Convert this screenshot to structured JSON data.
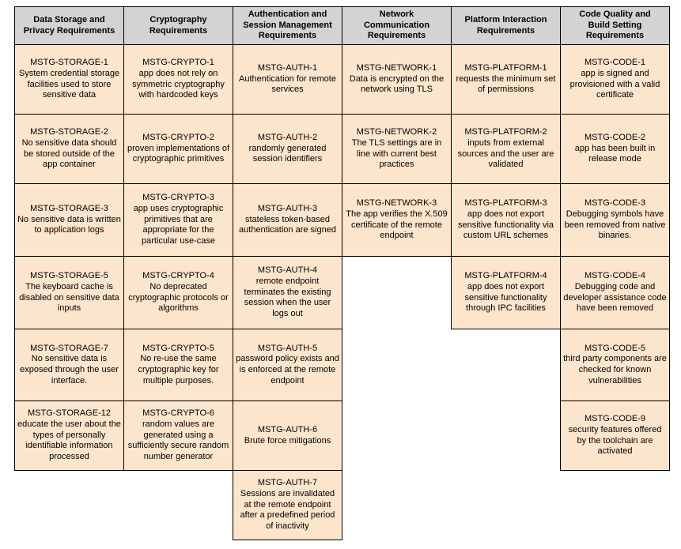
{
  "colors": {
    "header_bg": "#d3d3d3",
    "cell_bg": "#fce5cd",
    "border": "#000000",
    "text": "#000000",
    "page_bg": "#ffffff"
  },
  "table": {
    "columns": [
      {
        "key": "data-storage",
        "header": "Data Storage and\nPrivacy Requirements",
        "cells": [
          {
            "code": "MSTG-STORAGE-1",
            "text": "System credential storage facilities used to store sensitive data"
          },
          {
            "code": "MSTG-STORAGE-2",
            "text": "No sensitive data should be stored outside of the app container"
          },
          {
            "code": "MSTG-STORAGE-3",
            "text": "No sensitive data is written to application logs"
          },
          {
            "code": "MSTG-STORAGE-5",
            "text": "The keyboard cache is disabled on sensitive data inputs"
          },
          {
            "code": "MSTG-STORAGE-7",
            "text": "No sensitive data is exposed through the user interface."
          },
          {
            "code": "MSTG-STORAGE-12",
            "text": "educate the user about the types of personally identifiable information processed"
          }
        ]
      },
      {
        "key": "cryptography",
        "header": "Cryptography\nRequirements",
        "cells": [
          {
            "code": "MSTG-CRYPTO-1",
            "text": "app does not rely on symmetric cryptography with hardcoded keys"
          },
          {
            "code": "MSTG-CRYPTO-2",
            "text": "proven implementations of cryptographic primitives"
          },
          {
            "code": "MSTG-CRYPTO-3",
            "text": "app uses cryptographic primitives that are appropriate for the particular use-case"
          },
          {
            "code": "MSTG-CRYPTO-4",
            "text": "No deprecated cryptographic protocols or algorithms"
          },
          {
            "code": "MSTG-CRYPTO-5",
            "text": "No re-use the same cryptographic key for multiple purposes."
          },
          {
            "code": "MSTG-CRYPTO-6",
            "text": "random values are generated using a sufficiently secure random number generator"
          }
        ]
      },
      {
        "key": "authentication",
        "header": "Authentication and\nSession Management\nRequirements",
        "cells": [
          {
            "code": "MSTG-AUTH-1",
            "text": "Authentication for remote services"
          },
          {
            "code": "MSTG-AUTH-2",
            "text": "randomly generated session identifiers"
          },
          {
            "code": "MSTG-AUTH-3",
            "text": "stateless token-based authentication are signed"
          },
          {
            "code": "MSTG-AUTH-4",
            "text": "remote endpoint terminates the existing session when the user logs out"
          },
          {
            "code": "MSTG-AUTH-5",
            "text": "password policy exists and is enforced at the remote endpoint"
          },
          {
            "code": "MSTG-AUTH-6",
            "text": "Brute force mitigations"
          },
          {
            "code": "MSTG-AUTH-7",
            "text": "Sessions are invalidated at the remote endpoint after a predefined period of inactivity"
          }
        ]
      },
      {
        "key": "network",
        "header": "Network\nCommunication\nRequirements",
        "cells": [
          {
            "code": "MSTG-NETWORK-1",
            "text": "Data is encrypted on the network using TLS"
          },
          {
            "code": "MSTG-NETWORK-2",
            "text": "The TLS settings are in line with current best practices"
          },
          {
            "code": "MSTG-NETWORK-3",
            "text": "The app verifies the X.509 certificate of the remote endpoint"
          }
        ]
      },
      {
        "key": "platform",
        "header": "Platform Interaction\nRequirements",
        "cells": [
          {
            "code": "MSTG-PLATFORM-1",
            "text": "requests the minimum set of permissions"
          },
          {
            "code": "MSTG-PLATFORM-2",
            "text": "inputs from external sources and the user are validated"
          },
          {
            "code": "MSTG-PLATFORM-3",
            "text": "app does not export sensitive functionality via custom URL schemes"
          },
          {
            "code": "MSTG-PLATFORM-4",
            "text": "app does not export sensitive functionality through IPC facilities"
          }
        ]
      },
      {
        "key": "code-quality",
        "header": "Code Quality and\nBuild Setting\nRequirements",
        "cells": [
          {
            "code": "MSTG-CODE-1",
            "text": "app is signed and provisioned with a valid certificate"
          },
          {
            "code": "MSTG-CODE-2",
            "text": "app has been built in release mode"
          },
          {
            "code": "MSTG-CODE-3",
            "text": "Debugging symbols have been removed from native binaries."
          },
          {
            "code": "MSTG-CODE-4",
            "text": "Debugging code and developer assistance code have been removed"
          },
          {
            "code": "MSTG-CODE-5",
            "text": "third party components are checked for known vulnerabilities"
          },
          {
            "code": "MSTG-CODE-9",
            "text": "security features offered by the toolchain are activated"
          }
        ]
      }
    ]
  }
}
